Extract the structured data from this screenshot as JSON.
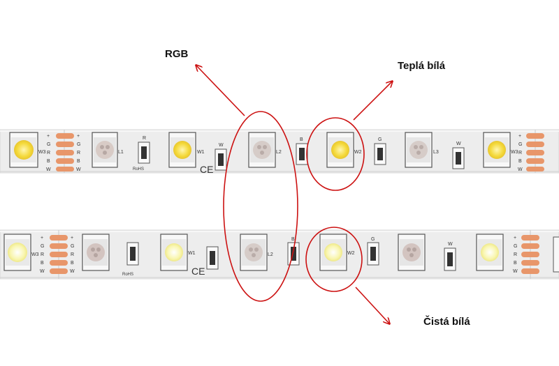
{
  "labels": {
    "rgb": "RGB",
    "warm_white": "Teplá bílá",
    "pure_white": "Čistá bílá"
  },
  "strip_markings": {
    "w3": "W3",
    "w1": "W1",
    "w2": "W2",
    "l1": "L1",
    "l2": "L2",
    "l3": "L3",
    "r": "R",
    "g": "G",
    "b": "B",
    "w": "W",
    "plus": "+",
    "rohs": "RoHS",
    "ce": "CE"
  },
  "colors": {
    "strip": "#ececec",
    "pad": "#e8966a",
    "annotation": "#cc1111",
    "warm_led": "#f7e045",
    "cool_led": "#f8f6a0",
    "rgb_led": "#c9bcb8"
  }
}
